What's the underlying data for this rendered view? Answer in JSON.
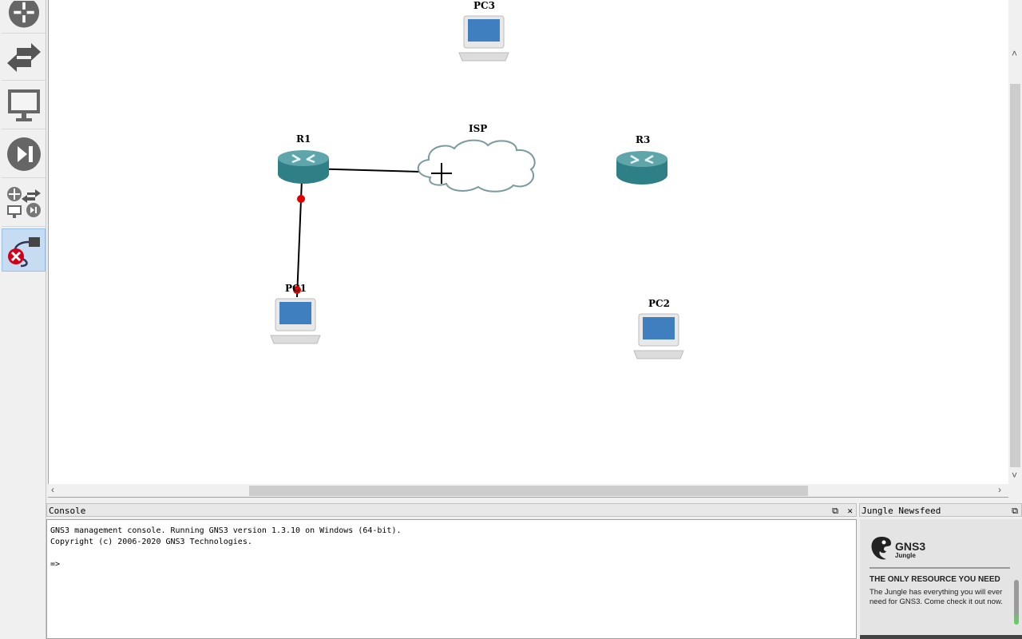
{
  "toolbar": {
    "items": [
      {
        "name": "browse-routers",
        "icon": "router-icon"
      },
      {
        "name": "browse-switches",
        "icon": "switch-icon"
      },
      {
        "name": "browse-end-devices",
        "icon": "monitor-icon"
      },
      {
        "name": "browse-security-devices",
        "icon": "play-pause-icon"
      },
      {
        "name": "browse-all-devices",
        "icon": "all-devices-icon"
      },
      {
        "name": "add-link",
        "icon": "add-link-icon",
        "active": true
      }
    ]
  },
  "topology": {
    "nodes": [
      {
        "label": "PC3",
        "type": "pc"
      },
      {
        "label": "R1",
        "type": "router"
      },
      {
        "label": "ISP",
        "type": "cloud"
      },
      {
        "label": "R3",
        "type": "router"
      },
      {
        "label": "PC1",
        "type": "pc"
      },
      {
        "label": "PC2",
        "type": "pc"
      }
    ],
    "links": [
      {
        "from": "R1",
        "to": "ISP"
      },
      {
        "from": "R1",
        "to": "PC1",
        "status_color": "#e00000"
      }
    ]
  },
  "console": {
    "title": "Console",
    "lines": "GNS3 management console. Running GNS3 version 1.3.10 on Windows (64-bit).\nCopyright (c) 2006-2020 GNS3 Technologies.\n\n=>"
  },
  "jungle": {
    "title": "Jungle Newsfeed",
    "logo_text": "GNS3",
    "logo_sub": "Jungle",
    "headline": "THE ONLY RESOURCE YOU NEED",
    "body": "The Jungle has everything you will ever need for GNS3. Come check it out now."
  }
}
